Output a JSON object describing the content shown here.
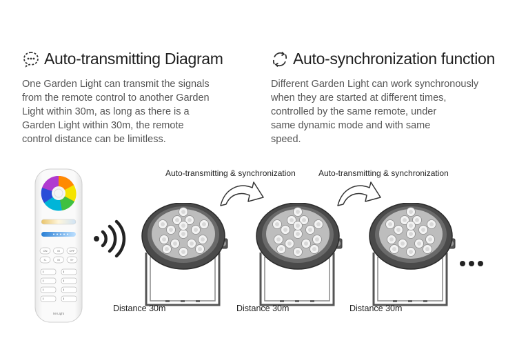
{
  "left": {
    "title": "Auto-transmitting Diagram",
    "icon": "chat-bubble-icon",
    "lines": [
      "One Garden Light can transmit the signals",
      "from the remote control to another Garden",
      "Light within 30m, as long as there is a",
      "Garden Light within 30m, the remote",
      "control distance can be limitless."
    ]
  },
  "right": {
    "title": "Auto-synchronization function",
    "icon": "sync-arrows-icon",
    "lines": [
      "Different Garden Light can work synchronously",
      "when they are started at different times,",
      "controlled by the same remote, under",
      "same dynamic mode and with same",
      "speed."
    ]
  },
  "captions": [
    "Auto-transmitting & synchronization",
    "Auto-transmitting & synchronization"
  ],
  "distances": [
    "Distance 30m",
    "Distance 30m",
    "Distance 30m"
  ],
  "remote": {
    "buttons": [
      "ON",
      "M",
      "OFF",
      "S-",
      "M",
      "S+"
    ],
    "brand": "Mi·Light"
  },
  "colors": {
    "heading": "#1e1e1e",
    "body": "#555555",
    "light": "#4a4a4a"
  }
}
